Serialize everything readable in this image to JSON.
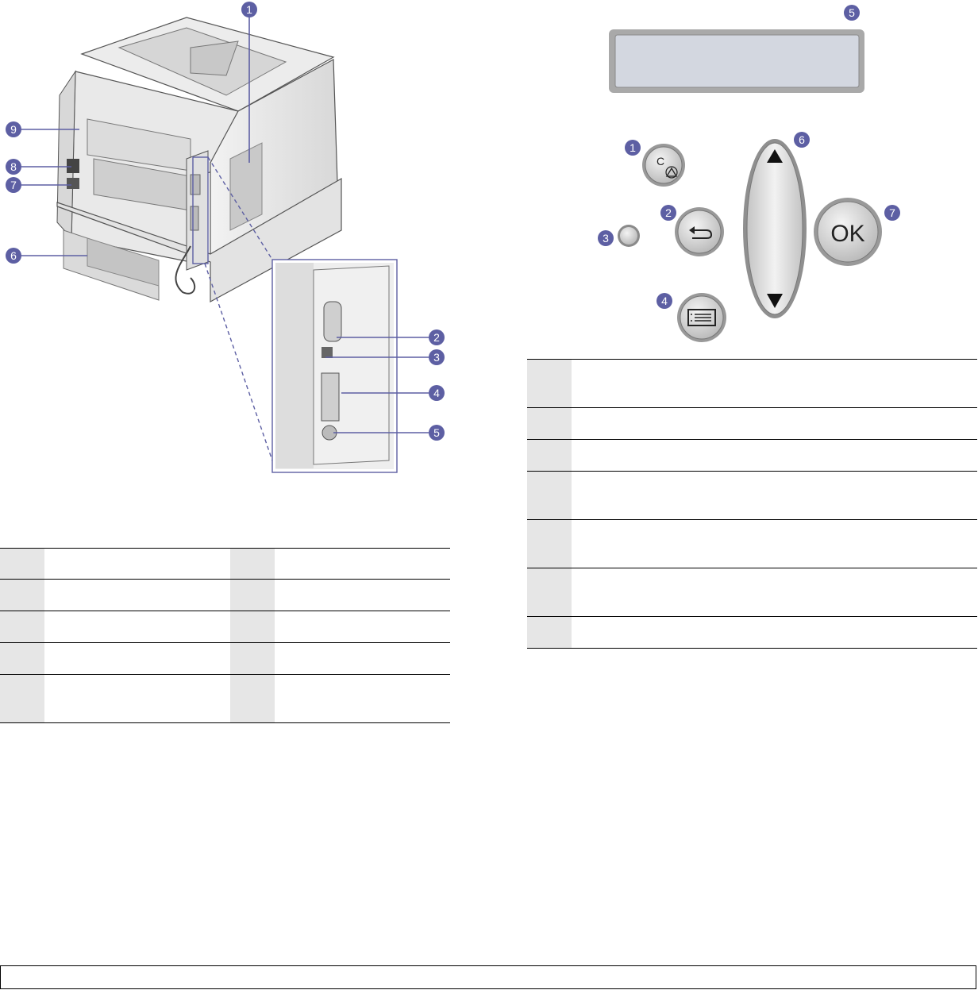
{
  "rear_view": {
    "callouts": [
      "1",
      "2",
      "3",
      "4",
      "5",
      "6",
      "7",
      "8",
      "9"
    ]
  },
  "control_panel": {
    "callouts": [
      "1",
      "2",
      "3",
      "4",
      "5",
      "6",
      "7"
    ],
    "ok_label": "OK",
    "cancel_label": "C"
  },
  "rear_table": {
    "rows": 5
  },
  "panel_table": {
    "rows": 7
  }
}
